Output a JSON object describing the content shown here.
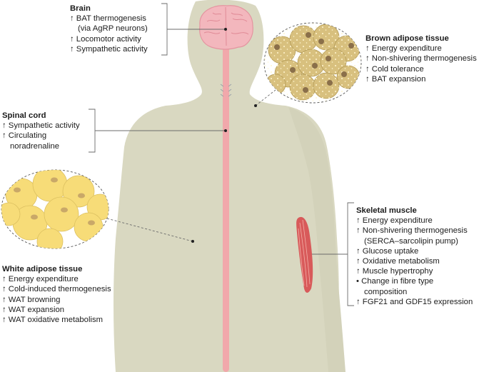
{
  "blocks": {
    "brain": {
      "title": "Brain",
      "lines": [
        "↑ BAT thermogenesis",
        "(via AgRP neurons)",
        "↑ Locomotor activity",
        "↑ Sympathetic activity"
      ]
    },
    "spinal": {
      "title": "Spinal cord",
      "lines": [
        "↑ Sympathetic activity",
        "↑ Circulating",
        "noradrenaline"
      ]
    },
    "bat": {
      "title": "Brown adipose tissue",
      "lines": [
        "↑ Energy expenditure",
        "↑ Non-shivering thermogenesis",
        "↑ Cold tolerance",
        "↑ BAT expansion"
      ]
    },
    "wat": {
      "title": "White adipose tissue",
      "lines": [
        "↑ Energy expenditure",
        "↑ Cold-induced thermogenesis",
        "↑ WAT browning",
        "↑ WAT expansion",
        "↑ WAT oxidative metabolism"
      ]
    },
    "muscle": {
      "title": "Skeletal muscle",
      "lines": [
        "↑ Energy expenditure",
        "↑ Non-shivering thermogenesis",
        "(SERCA–sarcolipin pump)",
        "↑ Glucose uptake",
        "↑ Oxidative metabolism",
        "↑ Muscle hypertrophy",
        "• Change in fibre type",
        "composition",
        "↑ FGF21 and GDF15 expression"
      ]
    }
  },
  "colors": {
    "body": "#d9d8c1",
    "spine": "#f1a8ab",
    "brain": "#f3b7bd",
    "brown_fat": "#d8c07e",
    "white_fat": "#f7dc78",
    "muscle": "#d85a5a",
    "connector": "#6b6b6b"
  },
  "icons": [
    "brain-icon",
    "spinal-cord-icon",
    "brown-fat-cells-icon",
    "white-fat-cells-icon",
    "skeletal-muscle-icon"
  ]
}
